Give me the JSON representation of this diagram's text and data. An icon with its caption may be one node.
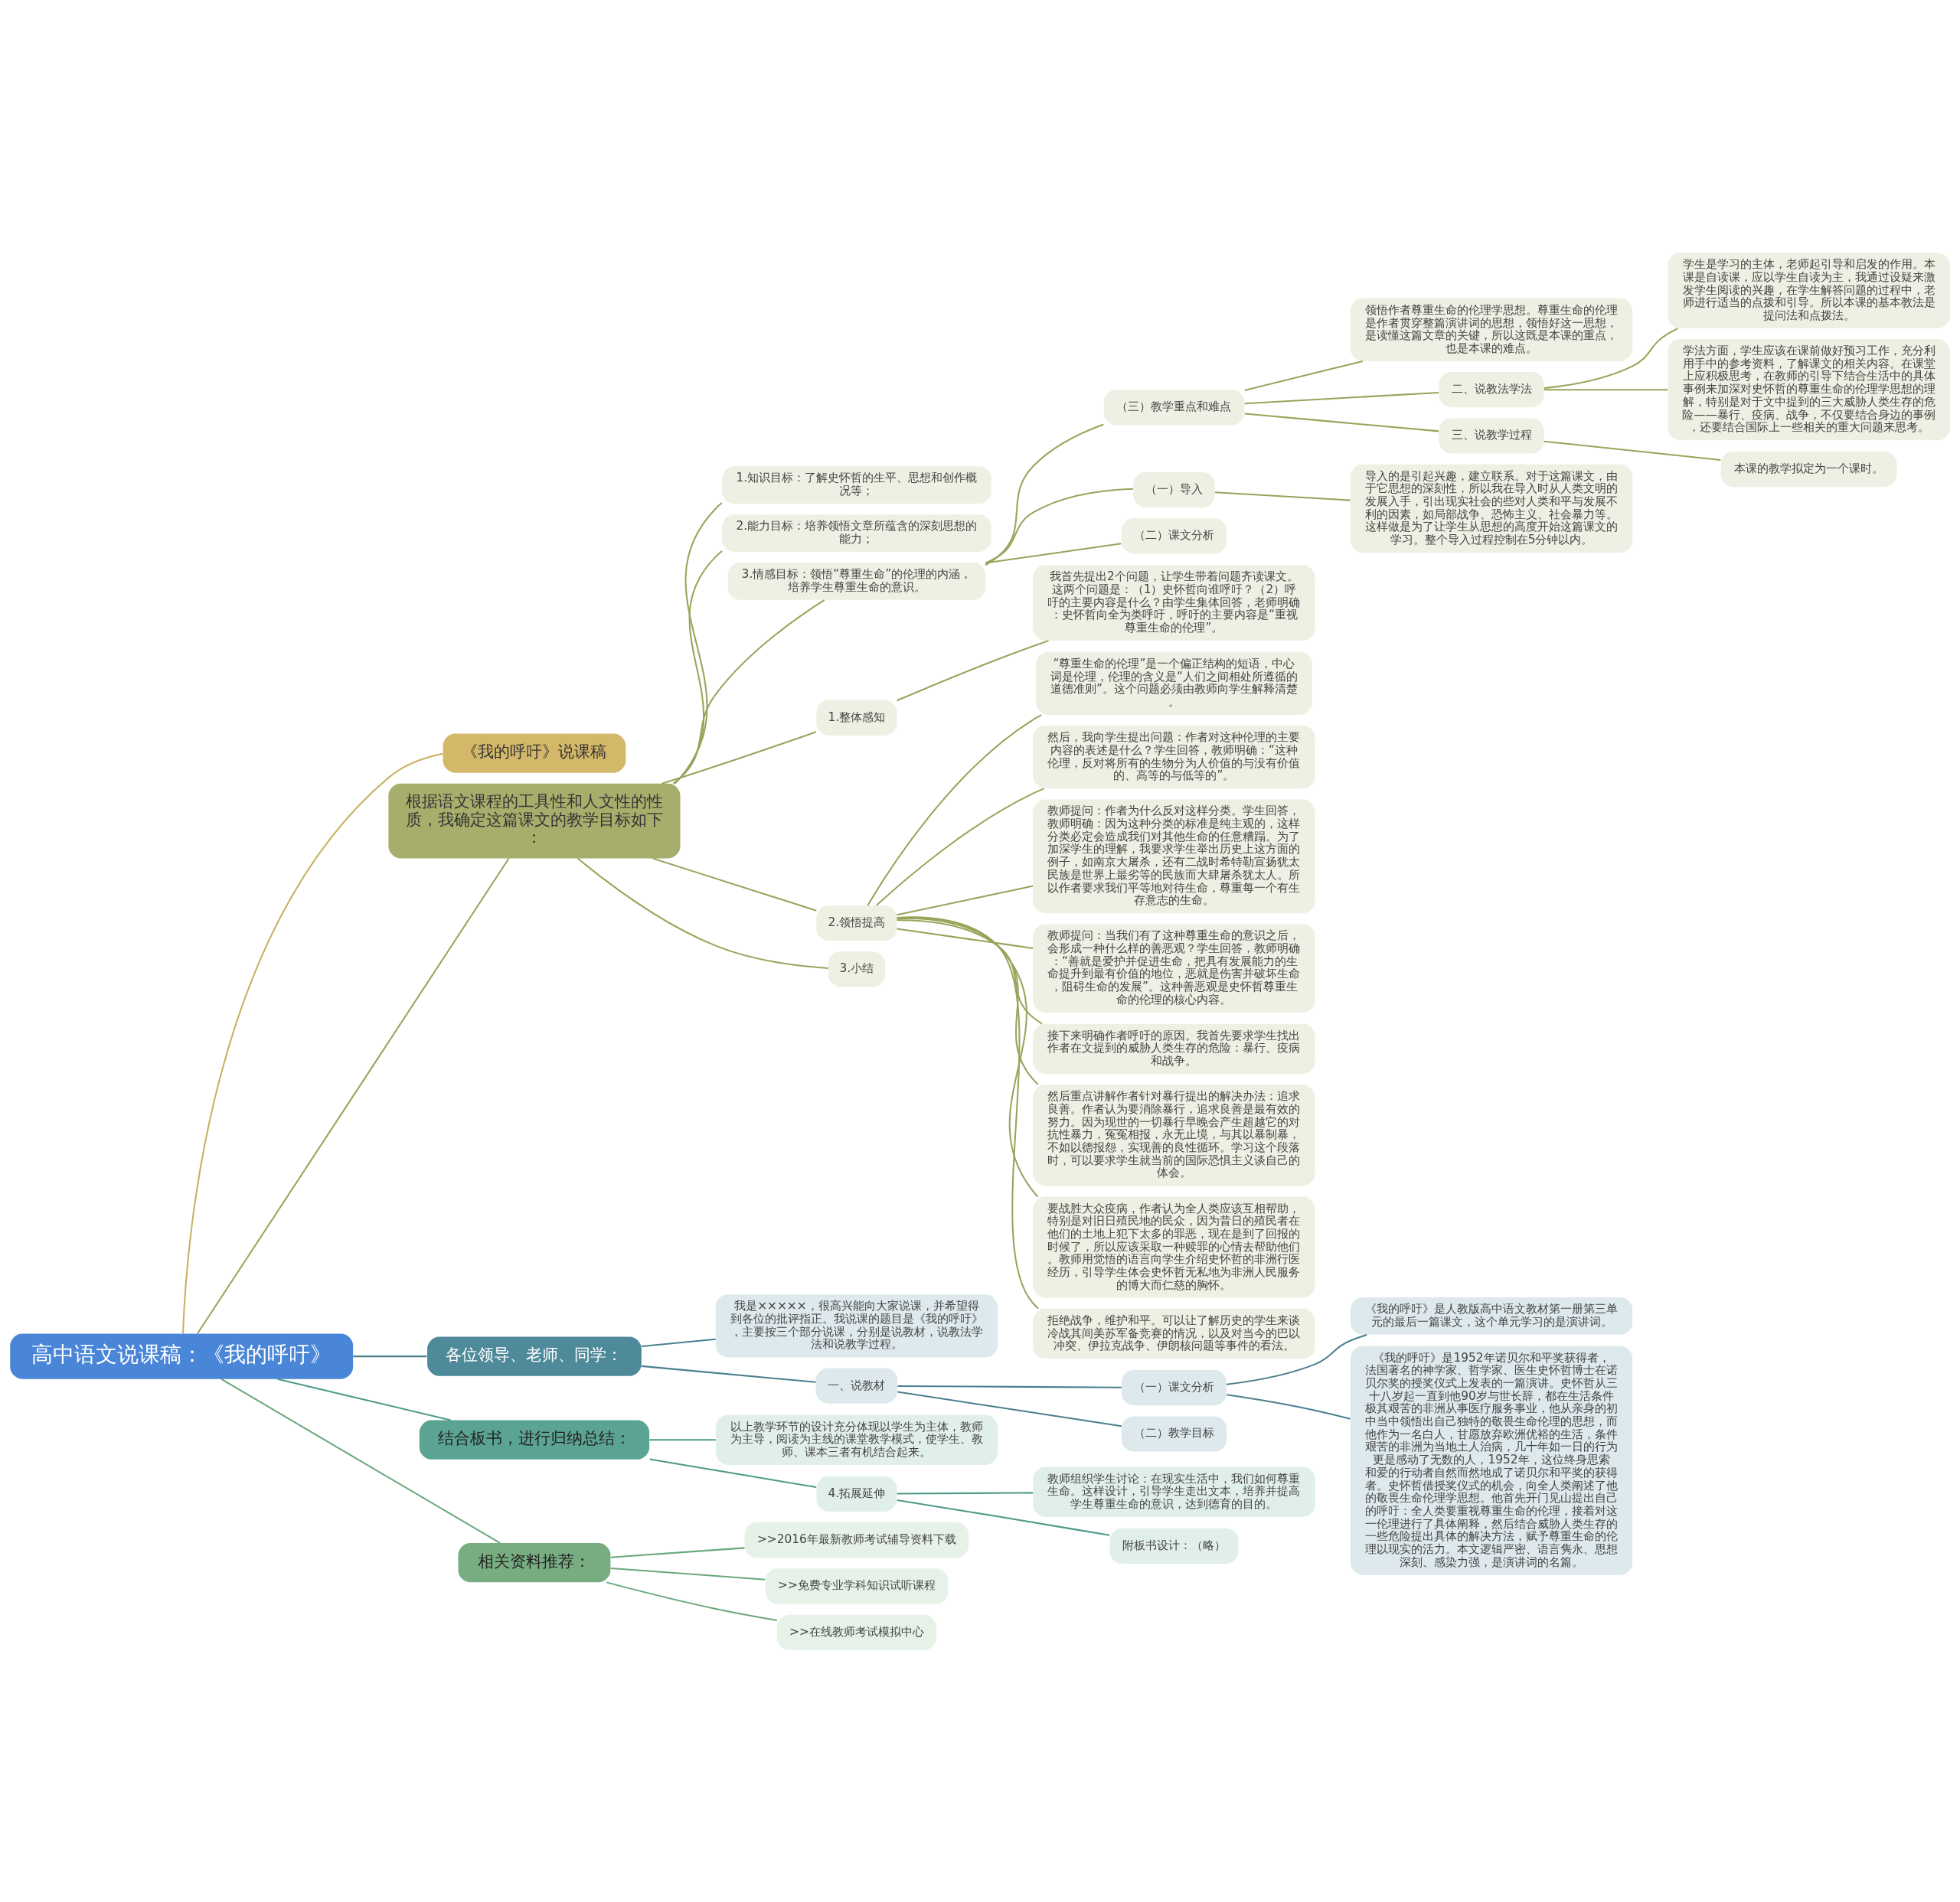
{
  "diagram": {
    "nodes": [
      {
        "text": [
          "高中语文说课稿：《我的呼吁》"
        ]
      },
      {
        "text": [
          "《我的呼吁》说课稿"
        ]
      },
      {
        "text": [
          "根据语文课程的工具性和人文性的性质，我确定这篇课文的教学目标如下："
        ]
      },
      {
        "text": [
          "1.知识目标：了解史怀哲的生平、思想和创作概况等；"
        ]
      },
      {
        "text": [
          "2.能力目标：培养领悟文章所蕴含的深刻思想的能力；"
        ]
      },
      {
        "text": [
          "3.情感目标：领悟“尊重生命”的伦理的内涵，培养学生尊重生命的意识。"
        ]
      },
      {
        "text": [
          "（三）教学重点和难点"
        ]
      },
      {
        "text": [
          "领悟作者尊重生命的伦理学思想。尊重生命的伦理是作者贯穿整篇演讲词的思想，领悟好这一思想，是读懂这篇文章的关键，所以这既是本课的重点，也是本课的难点。"
        ]
      },
      {
        "text": [
          "二、说教法学法"
        ]
      },
      {
        "text": [
          "学生是学习的主体，老师起引导和启发的作用。本课是自读课，应以学生自读为主，我通过设疑来激发学生阅读的兴趣，在学生解答问题的过程中，老师进行适当的点拨和引导。所以本课的基本教法是提问法和点拨法。"
        ]
      },
      {
        "text": [
          "学法方面，学生应该在课前做好预习工作，充分利用手中的参考资料，了解课文的相关内容。在课堂上应积极思考，在教师的引导下结合生活中的具体事例来加深对史怀哲的尊重生命的伦理学思想的理解，特别是对于文中提到的三大威胁人类生存的危险——暴行、疫病、战争，不仅要结合身边的事例，还要结合国际上一些相关的重大问题来思考。"
        ]
      },
      {
        "text": [
          "三、说教学过程"
        ]
      },
      {
        "text": [
          "本课的教学拟定为一个课时。"
        ]
      },
      {
        "text": [
          "（一）导入"
        ]
      },
      {
        "text": [
          "导入的是引起兴趣，建立联系。对于这篇课文，由于它思想的深刻性，所以我在导入时从人类文明的发展入手，引出现实社会的些对人类和平与发展不利的因素，如局部战争、恐怖主义、社会暴力等。这样做是为了让学生从思想的高度开始这篇课文的学习。整个导入过程控制在5分钟以内。"
        ]
      },
      {
        "text": [
          "（二）课文分析"
        ]
      },
      {
        "text": [
          "1.整体感知"
        ]
      },
      {
        "text": [
          "我首先提出2个问题，让学生带着问题齐读课文。这两个问题是：（1）史怀哲向谁呼吁？（2）呼吁的主要内容是什么？由学生集体回答，老师明确：史怀哲向全为类呼吁，呼吁的主要内容是“重视尊重生命的伦理”。"
        ]
      },
      {
        "text": [
          "2.领悟提高"
        ]
      },
      {
        "text": [
          "“尊重生命的伦理”是一个偏正结构的短语，中心词是伦理，伦理的含义是“人们之间相处所遵循的道德准则”。这个问题必须由教师向学生解释清楚。"
        ]
      },
      {
        "text": [
          "然后，我向学生提出问题：作者对这种伦理的主要内容的表述是什么？学生回答，教师明确：“这种伦理，反对将所有的生物分为人价值的与没有价值的、高等的与低等的”。"
        ]
      },
      {
        "text": [
          "教师提问：作者为什么反对这样分类。学生回答，教师明确：因为这种分类的标准是纯主观的，这样分类必定会造成我们对其他生命的任意糟蹋。为了加深学生的理解，我要求学生举出历史上这方面的例子，如南京大屠杀，还有二战时希特勒宣扬犹太民族是世界上最劣等的民族而大肆屠杀犹太人。所以作者要求我们平等地对待生命，尊重每一个有生存意志的生命。"
        ]
      },
      {
        "text": [
          "教师提问：当我们有了这种尊重生命的意识之后，会形成一种什么样的善恶观？学生回答，教师明确：“善就是爱护并促进生命，把具有发展能力的生命提升到最有价值的地位，恶就是伤害并破坏生命，阻碍生命的发展”。这种善恶观是史怀哲尊重生命的伦理的核心内容。"
        ]
      },
      {
        "text": [
          "接下来明确作者呼吁的原因。我首先要求学生找出作者在文提到的威胁人类生存的危险：暴行、疫病和战争。"
        ]
      },
      {
        "text": [
          "然后重点讲解作者针对暴行提出的解决办法：追求良善。作者认为要消除暴行，追求良善是最有效的努力。因为现世的一切暴行早晚会产生超越它的对抗性暴力，冤冤相报，永无止境，与其以暴制暴，不如以德报怨，实现善的良性循环。学习这个段落时，可以要求学生就当前的国际恐惧主义谈自己的体会。"
        ]
      },
      {
        "text": [
          "要战胜大众疫病，作者认为全人类应该互相帮助，特别是对旧日殖民地的民众，因为昔日的殖民者在他们的土地上犯下太多的罪恶，现在是到了回报的时候了，所以应该采取一种赎罪的心情去帮助他们。教师用觉悟的语言向学生介绍史怀哲的非洲行医经历，引导学生体会史怀哲无私地为非洲人民服务的博大而仁慈的胸怀。"
        ]
      },
      {
        "text": [
          "拒绝战争，维护和平。可以让了解历史的学生来谈冷战其间美苏军备竞赛的情况，以及对当今的巴以冲突、伊拉克战争、伊朗核问题等事件的看法。"
        ]
      },
      {
        "text": [
          "3.小结"
        ]
      },
      {
        "text": [
          "各位领导、老师、同学："
        ]
      },
      {
        "text": [
          "我是×××××，很高兴能向大家说课，并希望得到各位的批评指正。我说课的题目是《我的呼吁》，主要按三个部分说课，分别是说教材，说教法学法和说教学过程。"
        ]
      },
      {
        "text": [
          "一、说教材"
        ]
      },
      {
        "text": [
          "（一）课文分析"
        ]
      },
      {
        "text": [
          "《我的呼吁》是人教版高中语文教材第一册第三单元的最后一篇课文，这个单元学习的是演讲词。"
        ]
      },
      {
        "text": [
          "《我的呼吁》是1952年诺贝尔和平奖获得者，法国著名的神学家、哲学家、医生史怀哲博士在诺贝尔奖的授奖仪式上发表的一篇演讲。史怀哲从三十八岁起一直到他90岁与世长辞，都在生活条件极其艰苦的非洲从事医疗服务事业，他从亲身的初中当中领悟出自己独特的敬畏生命伦理的思想，而他作为一名白人，甘愿放弃欧洲优裕的生活，条件艰苦的非洲为当地土人治病，几十年如一日的行为更是感动了无数的人，1952年，这位终身思索和爱的行动者自然而然地成了诺贝尔和平奖的获得者。史怀哲借授奖仪式的机会，向全人类阐述了他的敬畏生命伦理学思想。他首先开门见山提出自己的呼吁：全人类要重视尊重生命的伦理，接着对这一伦理进行了具体阐释，然后结合威胁人类生存的一些危险提出具体的解决方法，赋予尊重生命的伦理以现实的活力。本文逻辑严密、语言隽永、思想深刻、感染力强，是演讲词的名篇。"
        ]
      },
      {
        "text": [
          "（二）教学目标"
        ]
      },
      {
        "text": [
          "结合板书，进行归纳总结："
        ]
      },
      {
        "text": [
          "以上教学环节的设计充分体现以学生为主体，教师为主导，阅读为主线的课堂教学模式，使学生、教师、课本三者有机结合起来。"
        ]
      },
      {
        "text": [
          "4.拓展延伸"
        ]
      },
      {
        "text": [
          "教师组织学生讨论：在现实生活中，我们如何尊重生命。这样设计，引导学生走出文本，培养并提高学生尊重生命的意识，达到德育的目的。"
        ]
      },
      {
        "text": [
          "附板书设计：（略）"
        ]
      },
      {
        "text": [
          "相关资料推荐："
        ]
      },
      {
        "text": [
          ">>2016年最新教师考试辅导资料下载"
        ]
      },
      {
        "text": [
          ">>免费专业学科知识试听课程"
        ]
      },
      {
        "text": [
          ">>在线教师考试模拟中心"
        ]
      }
    ],
    "edges": [
      {
        "from": 0,
        "to": 1,
        "arrow": "none",
        "color": "#c8b060"
      },
      {
        "from": 0,
        "to": 2,
        "arrow": "none"
      },
      {
        "from": 2,
        "to": 3,
        "arrow": "none"
      },
      {
        "from": 2,
        "to": 4,
        "arrow": "none"
      },
      {
        "from": 2,
        "to": 5,
        "arrow": "none"
      },
      {
        "from": 5,
        "to": 6,
        "arrow": "none"
      },
      {
        "from": 6,
        "to": 7,
        "arrow": "none"
      },
      {
        "from": 6,
        "to": 8,
        "arrow": "none"
      },
      {
        "from": 8,
        "to": 9,
        "arrow": "none"
      },
      {
        "from": 8,
        "to": 10,
        "arrow": "none"
      },
      {
        "from": 6,
        "to": 11,
        "arrow": "none"
      },
      {
        "from": 11,
        "to": 12,
        "arrow": "none"
      },
      {
        "from": 5,
        "to": 13,
        "arrow": "none"
      },
      {
        "from": 13,
        "to": 14,
        "arrow": "none"
      },
      {
        "from": 5,
        "to": 15,
        "arrow": "none"
      },
      {
        "from": 2,
        "to": 16,
        "arrow": "none"
      },
      {
        "from": 16,
        "to": 17,
        "arrow": "none"
      },
      {
        "from": 2,
        "to": 18,
        "arrow": "none"
      },
      {
        "from": 18,
        "to": 19,
        "arrow": "none"
      },
      {
        "from": 18,
        "to": 20,
        "arrow": "none"
      },
      {
        "from": 18,
        "to": 21,
        "arrow": "none"
      },
      {
        "from": 18,
        "to": 22,
        "arrow": "none"
      },
      {
        "from": 18,
        "to": 23,
        "arrow": "none"
      },
      {
        "from": 18,
        "to": 24,
        "arrow": "none"
      },
      {
        "from": 18,
        "to": 25,
        "arrow": "none"
      },
      {
        "from": 18,
        "to": 26,
        "arrow": "none"
      },
      {
        "from": 2,
        "to": 27,
        "arrow": "none"
      },
      {
        "from": 0,
        "to": 28,
        "arrow": "none",
        "color": "#4c7f8f"
      },
      {
        "from": 28,
        "to": 29,
        "arrow": "none",
        "color": "#4c7f8f"
      },
      {
        "from": 28,
        "to": 30,
        "arrow": "none",
        "color": "#4c7f8f"
      },
      {
        "from": 30,
        "to": 31,
        "arrow": "none",
        "color": "#4c7f8f"
      },
      {
        "from": 31,
        "to": 32,
        "arrow": "none",
        "color": "#4c7f8f"
      },
      {
        "from": 31,
        "to": 33,
        "arrow": "none",
        "color": "#4c7f8f"
      },
      {
        "from": 30,
        "to": 34,
        "arrow": "none",
        "color": "#4c7f8f"
      },
      {
        "from": 0,
        "to": 35,
        "arrow": "none",
        "color": "#4d9a8a"
      },
      {
        "from": 35,
        "to": 36,
        "arrow": "none",
        "color": "#4d9a8a"
      },
      {
        "from": 35,
        "to": 37,
        "arrow": "none",
        "color": "#4d9a8a"
      },
      {
        "from": 37,
        "to": 38,
        "arrow": "none",
        "color": "#4d9a8a"
      },
      {
        "from": 37,
        "to": 39,
        "arrow": "none",
        "color": "#4d9a8a"
      },
      {
        "from": 0,
        "to": 40,
        "arrow": "none",
        "color": "#6aa87a"
      },
      {
        "from": 40,
        "to": 41,
        "arrow": "none",
        "color": "#6aa87a"
      },
      {
        "from": 40,
        "to": 42,
        "arrow": "none",
        "color": "#6aa87a"
      },
      {
        "from": 40,
        "to": 43,
        "arrow": "none",
        "color": "#6aa87a"
      }
    ]
  }
}
